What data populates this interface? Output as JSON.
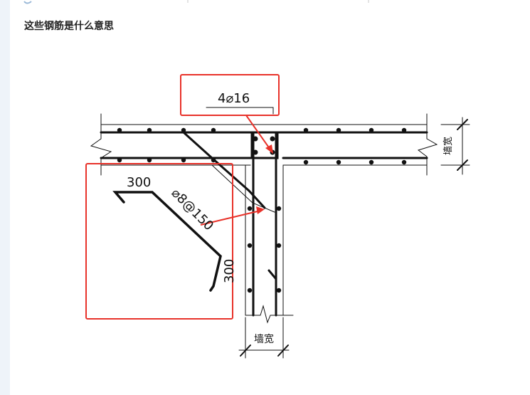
{
  "question": {
    "title": "这些钢筋是什么意思"
  },
  "drawing": {
    "top_bar_label": "4⌀16",
    "stirrup_label": "⌀8@150",
    "hook_length_top": "300",
    "hook_length_side": "300",
    "wall_width_right": "墙宽",
    "wall_width_bottom": "墙宽"
  },
  "colors": {
    "annotation_red": "#e8322a",
    "line_black": "#111111",
    "page_bg": "#ffffff",
    "sidebar_bg": "#eef3f9"
  }
}
